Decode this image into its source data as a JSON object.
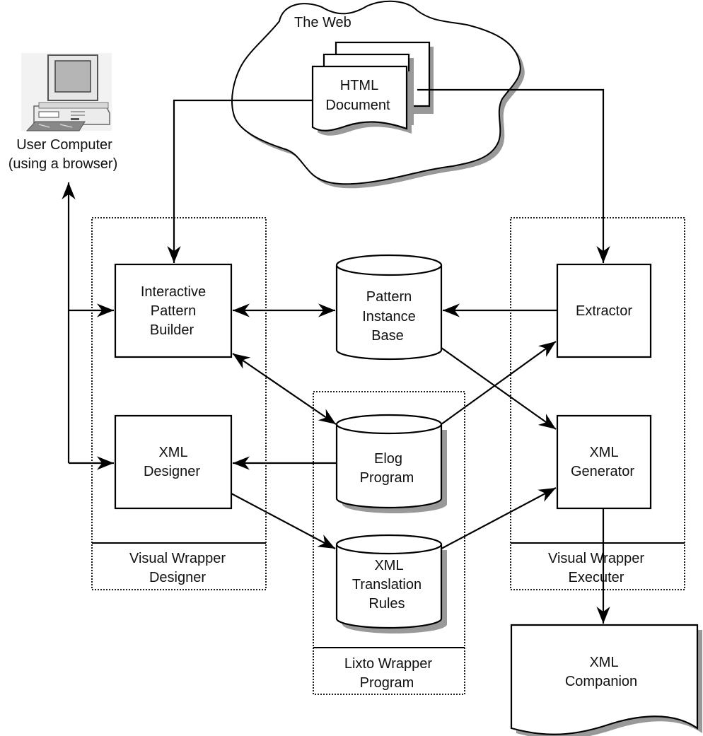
{
  "diagram": {
    "colors": {
      "stroke": "#000000",
      "shadow": "#999999",
      "background": "#ffffff",
      "computer_body": "#e8e8e8",
      "computer_screen": "#b5b5b5"
    },
    "cloud": {
      "label": "The Web"
    },
    "html_document": {
      "lines": [
        "HTML",
        "Document"
      ]
    },
    "user_computer": {
      "icon": "computer-icon",
      "lines": [
        "User Computer",
        "(using a browser)"
      ]
    },
    "groups": {
      "designer": {
        "title_lines": [
          "Visual Wrapper",
          "Designer"
        ]
      },
      "program": {
        "title_lines": [
          "Lixto Wrapper",
          "Program"
        ]
      },
      "executer": {
        "title_lines": [
          "Visual Wrapper",
          "Executer"
        ]
      }
    },
    "nodes": {
      "pattern_builder": {
        "shape": "box",
        "lines": [
          "Interactive",
          "Pattern",
          "Builder"
        ]
      },
      "xml_designer": {
        "shape": "box",
        "lines": [
          "XML",
          "Designer"
        ]
      },
      "pattern_instance_base": {
        "shape": "cylinder",
        "lines": [
          "Pattern",
          "Instance",
          "Base"
        ]
      },
      "elog_program": {
        "shape": "cylinder",
        "lines": [
          "Elog",
          "Program"
        ]
      },
      "xml_translation_rules": {
        "shape": "cylinder",
        "lines": [
          "XML",
          "Translation",
          "Rules"
        ]
      },
      "extractor": {
        "shape": "box",
        "lines": [
          "Extractor"
        ]
      },
      "xml_generator": {
        "shape": "box",
        "lines": [
          "XML",
          "Generator"
        ]
      },
      "xml_companion": {
        "shape": "document",
        "lines": [
          "XML",
          "Companion"
        ]
      }
    },
    "edges": [
      {
        "from": "html_document",
        "to": "pattern_builder",
        "direction": "forward"
      },
      {
        "from": "html_document",
        "to": "extractor",
        "direction": "forward"
      },
      {
        "from": "user_computer",
        "to": "pattern_builder",
        "direction": "both"
      },
      {
        "from": "user_computer",
        "to": "xml_designer",
        "direction": "both"
      },
      {
        "from": "pattern_builder",
        "to": "pattern_instance_base",
        "direction": "both"
      },
      {
        "from": "pattern_builder",
        "to": "elog_program",
        "direction": "both"
      },
      {
        "from": "extractor",
        "to": "pattern_instance_base",
        "direction": "forward"
      },
      {
        "from": "elog_program",
        "to": "xml_designer",
        "direction": "forward"
      },
      {
        "from": "elog_program",
        "to": "extractor",
        "direction": "forward"
      },
      {
        "from": "pattern_instance_base",
        "to": "xml_generator",
        "direction": "forward"
      },
      {
        "from": "xml_designer",
        "to": "xml_translation_rules",
        "direction": "forward"
      },
      {
        "from": "xml_translation_rules",
        "to": "xml_generator",
        "direction": "forward"
      },
      {
        "from": "xml_generator",
        "to": "xml_companion",
        "direction": "forward"
      }
    ]
  }
}
